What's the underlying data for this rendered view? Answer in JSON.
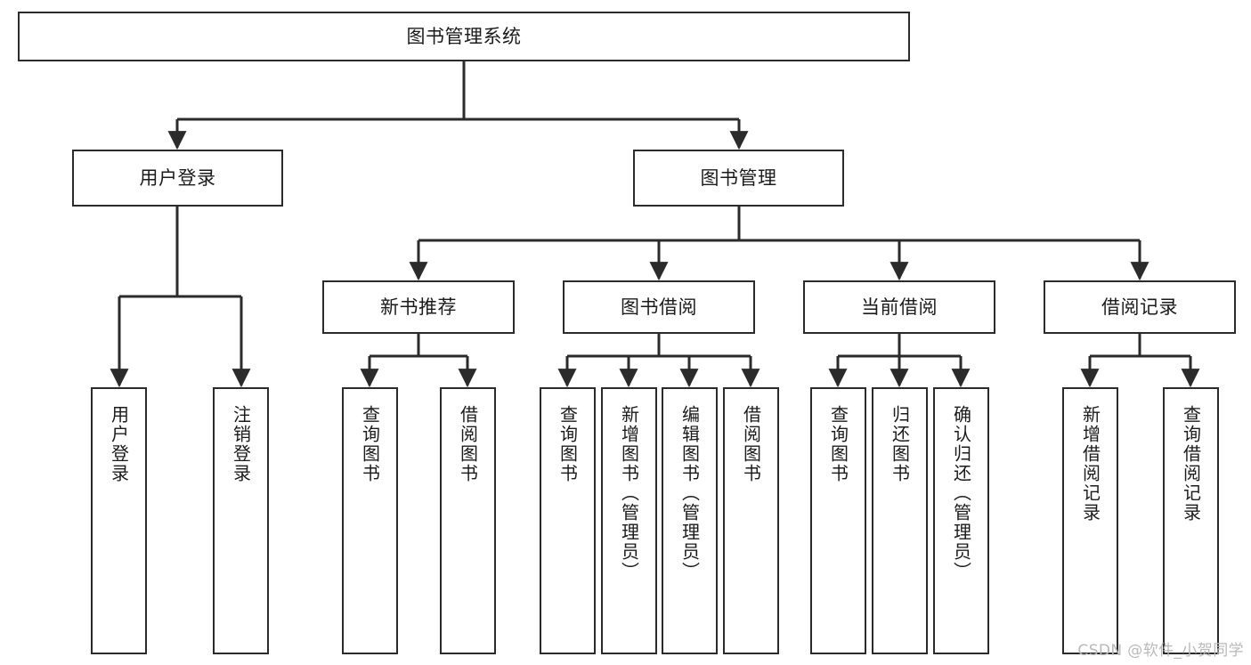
{
  "diagram": {
    "title": "图书管理系统",
    "type": "tree-hierarchy-chart",
    "root": {
      "label": "图书管理系统"
    },
    "level2": [
      {
        "label": "用户登录"
      },
      {
        "label": "图书管理"
      }
    ],
    "level3": [
      {
        "label": "新书推荐"
      },
      {
        "label": "图书借阅"
      },
      {
        "label": "当前借阅"
      },
      {
        "label": "借阅记录"
      }
    ],
    "leaves": {
      "user_login": [
        {
          "label": "用户登录"
        },
        {
          "label": "注销登录"
        }
      ],
      "new_book_recommend": [
        {
          "label": "查询图书"
        },
        {
          "label": "借阅图书"
        }
      ],
      "book_borrow": [
        {
          "label": "查询图书"
        },
        {
          "label": "新增图书（管理员）"
        },
        {
          "label": "编辑图书（管理员）"
        },
        {
          "label": "借阅图书"
        }
      ],
      "current_borrow": [
        {
          "label": "查询图书"
        },
        {
          "label": "归还图书"
        },
        {
          "label": "确认归还（管理员）"
        }
      ],
      "borrow_record": [
        {
          "label": "新增借阅记录"
        },
        {
          "label": "查询借阅记录"
        }
      ]
    }
  },
  "watermark": {
    "text": "CSDN @软件_小贺同学"
  },
  "colors": {
    "stroke": "#2b2b2b",
    "background": "#ffffff",
    "text": "#1b1b1b",
    "watermark": "#b9b9b9"
  }
}
